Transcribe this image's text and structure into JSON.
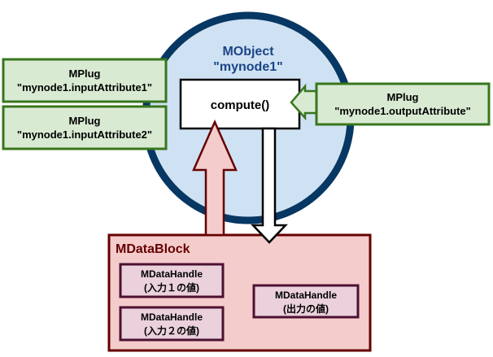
{
  "mobject": {
    "title": "MObject",
    "name": "\"mynode1\"",
    "fill": "#cfe2f3",
    "stroke": "#073763"
  },
  "compute": {
    "label": "compute()"
  },
  "plugs": [
    {
      "type": "MPlug",
      "name": "\"mynode1.inputAttribute1\""
    },
    {
      "type": "MPlug",
      "name": "\"mynode1.inputAttribute2\""
    },
    {
      "type": "MPlug",
      "name": "\"mynode1.outputAttribute\""
    }
  ],
  "plug_colors": {
    "fill": "#d9ead3",
    "stroke": "#38761d"
  },
  "datablock": {
    "title": "MDataBlock",
    "fill": "#f4cccc",
    "stroke": "#660000",
    "handles": [
      {
        "type": "MDataHandle",
        "desc": "(入力１の値)"
      },
      {
        "type": "MDataHandle",
        "desc": "(入力２の値)"
      },
      {
        "type": "MDataHandle",
        "desc": "(出力の値)"
      }
    ],
    "handle_colors": {
      "fill": "#ead1dc",
      "stroke": "#4c1130"
    }
  }
}
